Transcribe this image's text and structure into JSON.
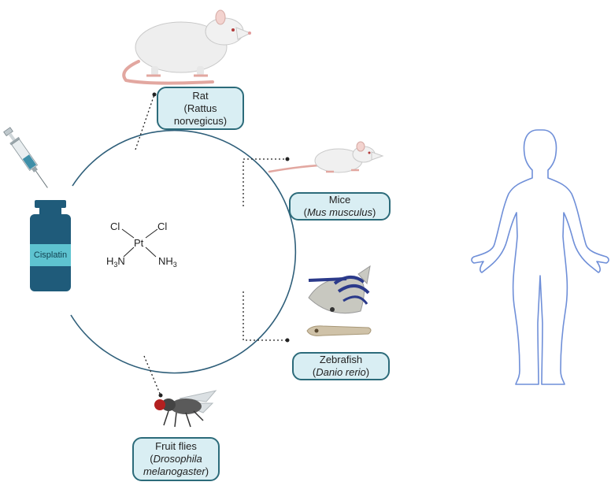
{
  "vial": {
    "label": "Cisplatin"
  },
  "molecule": {
    "center_atom": "Pt",
    "ligands": {
      "top_left": "Cl",
      "top_right": "Cl",
      "bottom_left_base": "H",
      "bottom_left_sub": "3",
      "bottom_left_end": "N",
      "bottom_right_base": "NH",
      "bottom_right_sub": "3"
    }
  },
  "models": {
    "rat": {
      "common": "Rat",
      "scientific_line1": "Rattus",
      "scientific_line2": "norvegicus"
    },
    "mice": {
      "common": "Mice",
      "scientific": "Mus musculus"
    },
    "zebrafish": {
      "common": "Zebrafish",
      "scientific": "Danio rerio"
    },
    "fruit_flies": {
      "common": "Fruit flies",
      "scientific_line1": "Drosophila",
      "scientific_line2": "melanogaster"
    }
  },
  "colors": {
    "circle": "#2f5f7a",
    "box_fill": "#d9eef3",
    "box_border": "#2c6b7a",
    "vial": "#1f5b7a",
    "vial_band": "#5ec3d0",
    "human_outline": "#6f8fd8"
  },
  "icons": [
    "syringe-icon",
    "vial-icon",
    "rat-icon",
    "mouse-icon",
    "zebrafish-icon",
    "zebrafish-larva-icon",
    "fruit-fly-icon",
    "human-silhouette-icon"
  ]
}
